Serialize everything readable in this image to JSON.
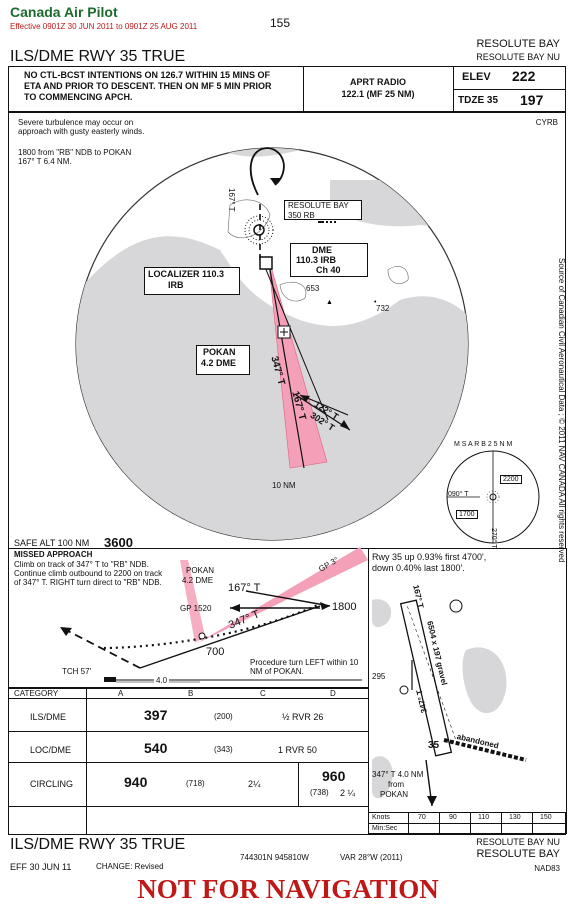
{
  "header": {
    "publisher": "Canada Air Pilot",
    "effective": "Effective 0901Z 30 JUN 2011 to 0901Z 25 AUG 2011",
    "page_number": "155",
    "airport_name": "RESOLUTE BAY",
    "airport_subname": "RESOLUTE BAY  NU",
    "procedure_title": "ILS/DME RWY 35 TRUE"
  },
  "info_strip": {
    "notice": "NO CTL-BCST INTENTIONS ON 126.7 WITHIN 15 MINS OF ETA AND PRIOR TO DESCENT.  THEN ON MF 5 MIN PRIOR TO COMMENCING APCH.",
    "radio_title": "APRT RADIO",
    "radio_freq": "122.1 (MF 25 NM)",
    "elev_label": "ELEV",
    "elev_value": "222",
    "tdze_label": "TDZE  35",
    "tdze_value": "197"
  },
  "plan": {
    "note_turbulence": "Severe turbulence may occur on approach with gusty easterly winds.",
    "note_ndb_line1": "1800 from \"RB\" NDB to POKAN",
    "note_ndb_line2": "167° T 6.4 NM.",
    "airport_id": "CYRB",
    "ndb_name": "RESOLUTE BAY",
    "ndb_freq": "350  RB",
    "dme_line1": "DME",
    "dme_line2": "110.3  IRB",
    "dme_line3": "Ch 40",
    "loc_line1": "LOCALIZER 110.3",
    "loc_line2": "IRB",
    "pokan_line1": "POKAN",
    "pokan_line2": "4.2 DME",
    "hdg_347": "347° T",
    "hdg_167": "167° T",
    "hdg_122": "122° T",
    "hdg_302": "302° T",
    "hdg_167_small": "167° T",
    "elev_653": "653",
    "elev_732": "732",
    "ring_label": "10 NM",
    "msa_label": "M S A   R B   2 5 N M",
    "msa_2200": "2200",
    "msa_1700": "1700",
    "msa_090": "090° T",
    "msa_270": "270° T",
    "safe_alt_label": "SAFE ALT 100 NM",
    "safe_alt_value": "3600",
    "source_note": "Source of Canadian Civil Aeronautical Data ; © 2011 NAV CANADA All rights reserved"
  },
  "profile": {
    "missed_title": "MISSED APPROACH",
    "missed_text": "Climb on track of 347° T to \"RB\" NDB. Continue climb outbound to 2200 on track of 347° T. RIGHT turn direct to \"RB\" NDB.",
    "pokan_line1": "POKAN",
    "pokan_line2": "4.2 DME",
    "gp_label": "GP 3°",
    "gp_alt": "GP 1520",
    "alt_700": "700",
    "alt_1800": "1800",
    "hdg_167": "167° T",
    "hdg_347": "347° T",
    "tch": "TCH 57'",
    "dist": "4.0",
    "procedure_turn": "Procedure turn LEFT within 10 NM of POKAN."
  },
  "minima": {
    "headers": [
      "CATEGORY",
      "A",
      "B",
      "C",
      "D"
    ],
    "rows": [
      {
        "label": "ILS/DME",
        "mda": "397",
        "hat": "(200)",
        "vis": "½  RVR 26"
      },
      {
        "label": "LOC/DME",
        "mda": "540",
        "hat": "(343)",
        "vis": "1  RVR 50"
      }
    ],
    "circling": {
      "label": "CIRCLING",
      "ab_mda": "940",
      "ab_hat": "(718)",
      "ab_vis": "2¼",
      "cd_mda": "960",
      "cd_hat": "(738)",
      "cd_vis": "2 ¼"
    }
  },
  "aerodrome": {
    "rwy_note_line1": "Rwy 35 up 0.93% first 4700',",
    "rwy_note_line2": "down 0.40% last 1800'.",
    "runway": "6504 x 197 gravel",
    "rwy_num": "35",
    "hdg_347": "347° T",
    "hdg_167": "167° T",
    "elev_295": "295",
    "abandoned": "abandoned",
    "from_pokan_line1": "347° T 4.0 NM",
    "from_pokan_line2": "from",
    "from_pokan_line3": "POKAN",
    "knots_label": "Knots",
    "knots": [
      "70",
      "90",
      "110",
      "130",
      "150"
    ],
    "minsec_label": "Min:Sec"
  },
  "footer": {
    "procedure_title": "ILS/DME RWY 35 TRUE",
    "airport_subname": "RESOLUTE BAY NU",
    "airport_name": "RESOLUTE BAY",
    "eff_date": "EFF 30 JUN 11",
    "change": "CHANGE: Revised",
    "coords": "744301N 945810W",
    "variation": "VAR 28°W (2011)",
    "datum": "NAD83",
    "stamp": "NOT FOR NAVIGATION"
  }
}
